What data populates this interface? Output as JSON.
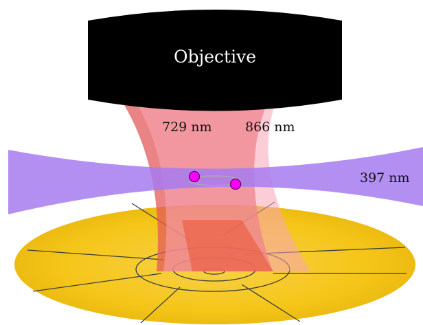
{
  "objective": {
    "label": "Objective",
    "color": "#000000",
    "text_color": "#ffffff"
  },
  "beams": [
    {
      "id": "beam-729",
      "label": "729 nm",
      "color": "#e35a5a",
      "opacity": 0.75
    },
    {
      "id": "beam-866",
      "label": "866 nm",
      "color": "#f7a6b6",
      "opacity": 0.55
    },
    {
      "id": "beam-397",
      "label": "397 nm",
      "color": "#a77bf0",
      "opacity": 0.85
    }
  ],
  "ions": {
    "count": 2,
    "color": "#ff00ff"
  },
  "trap": {
    "color": "#f5c518",
    "segments": 8
  }
}
